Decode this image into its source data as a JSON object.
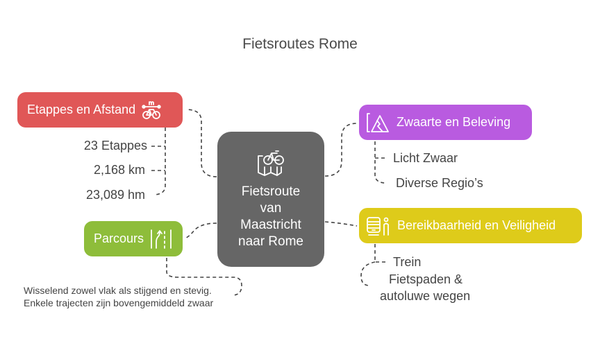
{
  "title": "Fietsroutes Rome",
  "colors": {
    "center": "#666666",
    "etappes": "#E05757",
    "zwaarte": "#B95BE0",
    "bereikbaarheid": "#DECB1A",
    "parcours": "#8EBD3A",
    "connector": "#444444"
  },
  "center": {
    "icon": "map-bicycle-icon",
    "lines": [
      "Fietsroute",
      "van",
      "Maastricht",
      "naar Rome"
    ]
  },
  "branches": {
    "etappes": {
      "label": "Etappes en Afstand",
      "icon": "bicycle-distance-icon",
      "items": [
        "23 Etappes",
        "2,168 km",
        "23,089 hm"
      ]
    },
    "zwaarte": {
      "label": "Zwaarte en Beleving",
      "icon": "mountain-icon",
      "items": [
        "Licht Zwaar",
        "Diverse Regio’s"
      ]
    },
    "bereikbaarheid": {
      "label": "Bereikbaarheid en Veiligheid",
      "icon": "train-person-icon",
      "items": [
        "Trein",
        "Fietspaden &",
        "autoluwe wegen"
      ]
    },
    "parcours": {
      "label": "Parcours",
      "icon": "road-lanes-icon",
      "note": [
        "Wisselend zowel vlak als stijgend en stevig.",
        "Enkele trajecten zijn bovengemiddeld zwaar"
      ]
    }
  }
}
